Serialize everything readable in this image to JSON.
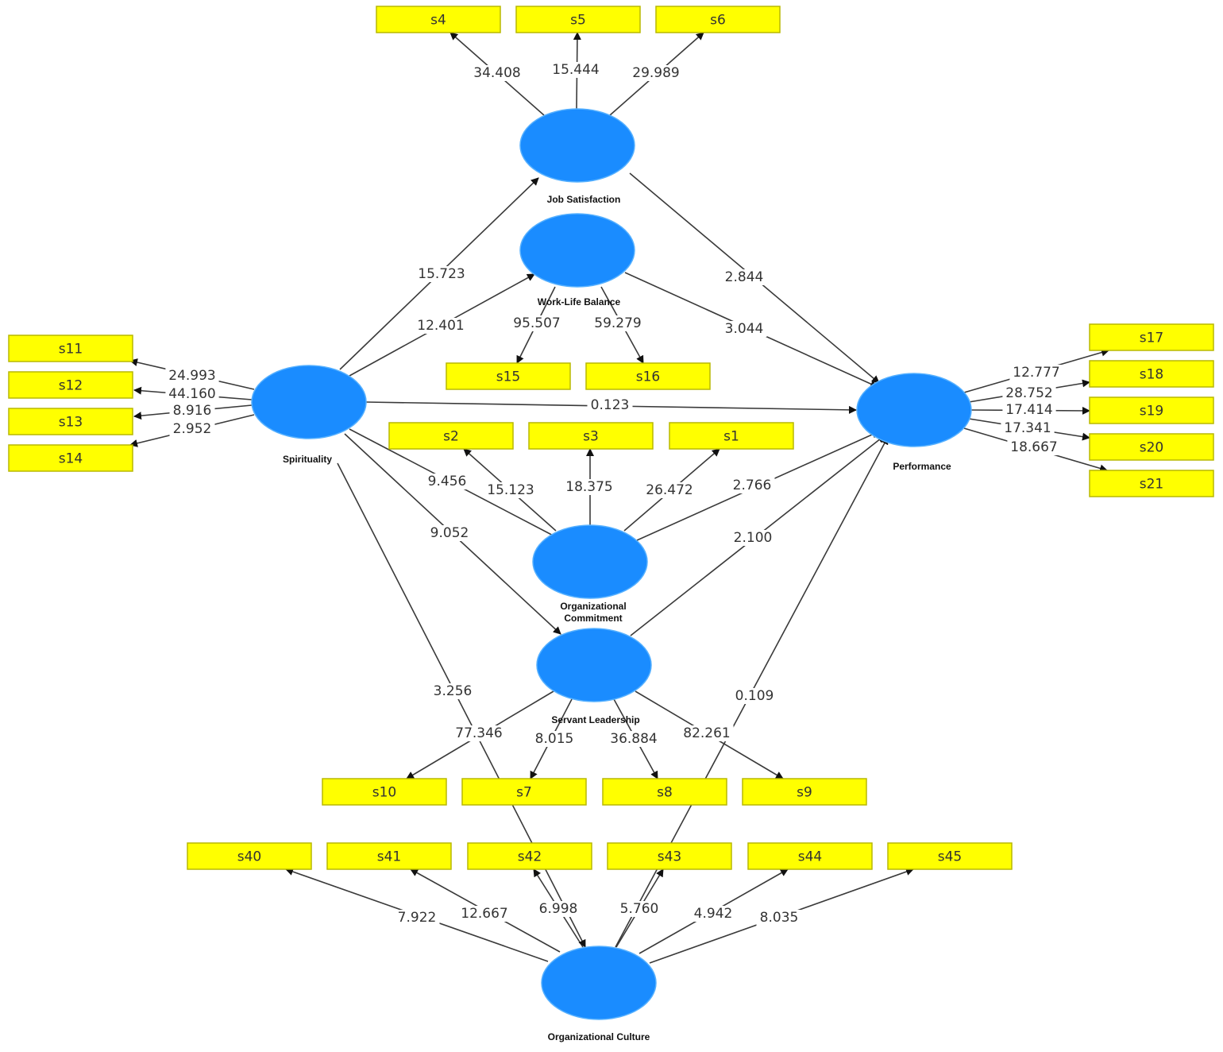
{
  "constructs": {
    "job_satisfaction": "Job Satisfaction",
    "work_life_balance": "Work-Life Balance",
    "spirituality": "Spirituality",
    "performance": "Performance",
    "organizational_commitment": [
      "Organizational",
      "Commitment"
    ],
    "servant_leadership": "Servant Leadership",
    "organizational_culture": "Organizational Culture"
  },
  "indicators": {
    "s1": "s1",
    "s2": "s2",
    "s3": "s3",
    "s4": "s4",
    "s5": "s5",
    "s6": "s6",
    "s7": "s7",
    "s8": "s8",
    "s9": "s9",
    "s10": "s10",
    "s11": "s11",
    "s12": "s12",
    "s13": "s13",
    "s14": "s14",
    "s15": "s15",
    "s16": "s16",
    "s17": "s17",
    "s18": "s18",
    "s19": "s19",
    "s20": "s20",
    "s21": "s21",
    "s40": "s40",
    "s41": "s41",
    "s42": "s42",
    "s43": "s43",
    "s44": "s44",
    "s45": "s45"
  },
  "outer_loadings": {
    "js_s4": "34.408",
    "js_s5": "15.444",
    "js_s6": "29.989",
    "wlb_s15": "95.507",
    "wlb_s16": "59.279",
    "sp_s11": "24.993",
    "sp_s12": "44.160",
    "sp_s13": "8.916",
    "sp_s14": "2.952",
    "oc_s2": "15.123",
    "oc_s3": "18.375",
    "oc_s1": "26.472",
    "pf_s17": "12.777",
    "pf_s18": "28.752",
    "pf_s19": "17.414",
    "pf_s20": "17.341",
    "pf_s21": "18.667",
    "sl_s10": "77.346",
    "sl_s7": "8.015",
    "sl_s8": "36.884",
    "sl_s9": "82.261",
    "cu_s40": "7.922",
    "cu_s41": "12.667",
    "cu_s42": "6.998",
    "cu_s43": "5.760",
    "cu_s44": "4.942",
    "cu_s45": "8.035"
  },
  "path_coefficients": {
    "sp_js": "15.723",
    "sp_wlb": "12.401",
    "sp_pf": "0.123",
    "sp_oc": "9.456",
    "sp_sl": "9.052",
    "js_pf": "2.844",
    "wlb_pf": "3.044",
    "oc_pf": "2.766",
    "sl_pf": "2.100",
    "sp_cu": "3.256",
    "cu_pf": "0.109"
  },
  "colors": {
    "construct_fill": "#1a8cff",
    "indicator_fill": "#ffff00",
    "edge": "#3a3a3a"
  }
}
